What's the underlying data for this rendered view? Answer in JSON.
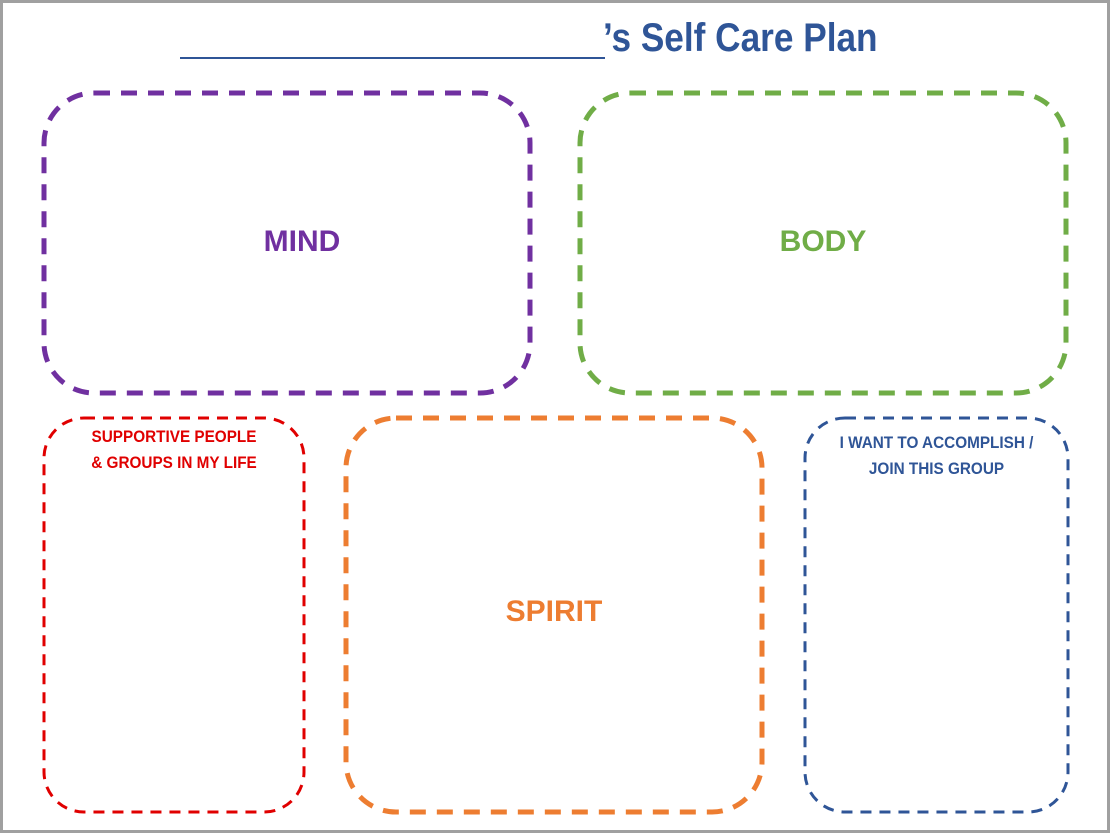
{
  "title": {
    "suffix": "’s Self Care Plan",
    "name_blank": ""
  },
  "sections": {
    "mind": {
      "label": "MIND",
      "color": "#7030a0"
    },
    "body": {
      "label": "BODY",
      "color": "#70ad47"
    },
    "supportive": {
      "line1": "SUPPORTIVE PEOPLE",
      "line2": "& GROUPS IN MY LIFE",
      "color": "#e00000"
    },
    "spirit": {
      "label": "SPIRIT",
      "color": "#ed7d31"
    },
    "accomplish": {
      "line1": "I WANT TO ACCOMPLISH /",
      "line2": "JOIN THIS GROUP",
      "color": "#2f5597"
    }
  }
}
